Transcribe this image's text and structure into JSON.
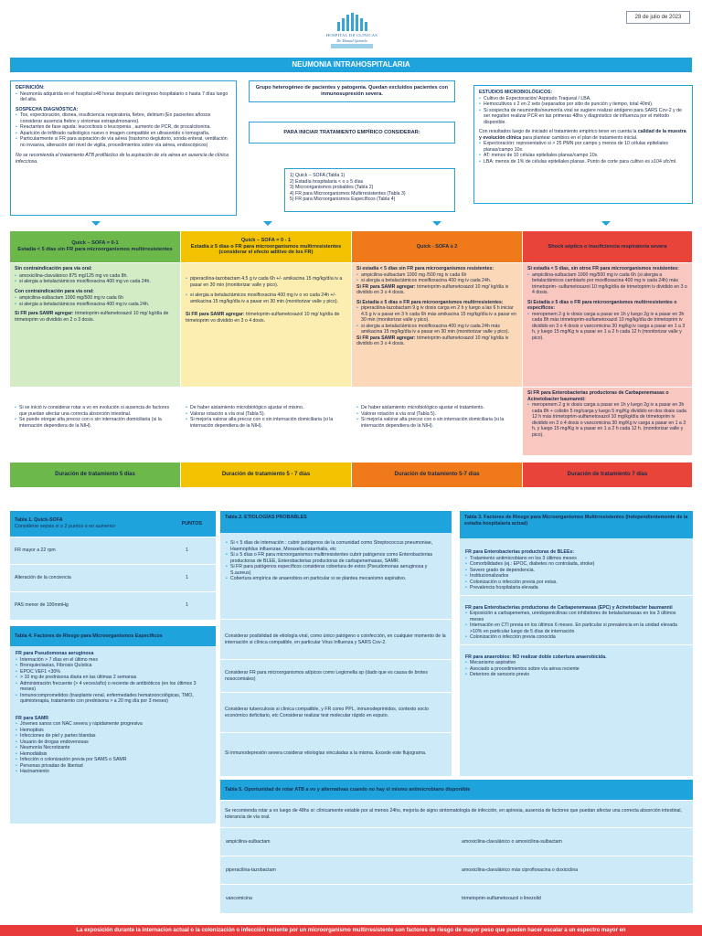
{
  "date": "28 de julio de 2023",
  "logo": {
    "line1": "HOSPITAL DE CLINICAS",
    "line2": "Dr. Manuel Quintela"
  },
  "banner": "NEUMONIA INTRAHOSPITALARIA",
  "definicion": {
    "title": "DEFINICIÓN:",
    "items": [
      "Neumonía adquirida en el hospital ≥48 horas después del ingreso hospitalario o hasta 7 días luego del alta."
    ],
    "sospecha_title": "SOSPECHA DIAGNÓSTICA:",
    "sospecha": [
      "Tos, expectoración, disnea, insuficiencia respiratoria, fiebre, delirium (En pacientes añosos considerar ausencia fiebre y síntomas extrapulmonares).",
      "Reactantes de fase aguda: leucocitosis o leucopenia , aumento de PCR, de procalcitonina.",
      "Aparición de infiltrado radiológico nuevo o imagen compatible en ultrasonido o tomografía.",
      "Particularmente si FR para aspiración de vía aérea (trastorno deglutorio, sonda enteral, ventilación no invasiva, alteración del nivel de vigilia, procedimientos sobre vía aérea, endoscópicos)"
    ],
    "note": "No se recomienda el tratamiento ATB profiláctico de la aspiración de vía aérea en ausencia de clínica infecciosa."
  },
  "center": {
    "grupo": "Grupo heterogéneo de pacientes y patogenia. Quedan excluidos pacientes con inmunosupresión severa.",
    "iniciar": "PARA INICIAR TRATAMIENTO EMPÍRICO CONSIDERAR:",
    "list": [
      "1) Quick – SOFA (Tabla 1)",
      "2) Estadía hospitalaria < o ≥ 5 días",
      "3) Microorganismos probables (Tabla 2)",
      "4) FR para Microorganismos Multirresistentes (Tabla 3)",
      "5) FR para Microorganismos Específicos (Tabla 4)"
    ]
  },
  "estudios": {
    "title": "ESTUDIOS MICROBIOLÓGICOS:",
    "items": [
      "Cultivo de Expectoración/ Aspirado Traqueal / LBA.",
      "Hemocultivos x 2 en 2 sets (separados por sitio de punción y tiempo, total 40ml).",
      "Si sospecha de neumonitis/neumonía viral se sugiere realizar antígeno para SARS Cov-2 y de ser negativo realizar PCR en las primeras 48hs y diagnóstico de influenza por el método disponible."
    ],
    "text_pre": "Con resultados luego de iniciado el tratamiento empírico tener en cuenta la ",
    "text_bold": "calidad de la muestra y evolución clínica",
    "text_post": " para plantear cambios en el plan de tratamiento inicial.",
    "items2": [
      "Expectoración: representativo si > 25 PMN por campo y menos de 10 células epiteliales planas/campo 10x.",
      "AT: menos de 10 células epiteliales planas/campo 10x.",
      "LBA: menos de 1% de células epiteliales planas. Punto de corte para cultivo es ≥104 ufc/ml."
    ]
  },
  "columns": [
    {
      "head": "Quick – SOFA = 0-1\nEstadía < 5 días sin FR para microorganismos multirresistentes",
      "body": [
        {
          "title": "Sin contraindicación para vía oral:",
          "items": [
            "amoxicilina-clavulánico 875 mg/125 mg vo cada 8h.",
            "si alergia a betalactámicos moxifloxacina 400 mg vo cada 24h."
          ]
        },
        {
          "title": "Con contraindicación para vía oral:",
          "items": [
            "ampicilina-sulbactam 1000 mg/500 mg iv cada 6h",
            "si alergia a betalactámicos moxifloxacina 400 mg iv cada 24h."
          ]
        },
        {
          "title": "Si FR para SAMR agregar:",
          "text": "trimetoprim-sulfametoxazol 10 mg/ kg/día de trimetoprim vo dividido en 2 o 3 dosis."
        }
      ],
      "notes": [
        "Si se inició iv considerar rotar a vo en evolución si ausencia de factores que puedan afectar una correcta absorción intestinal.",
        "Se puede otorgar alta precoz con o sin internación domiciliaria (si la internación dependiera de la NIH)."
      ],
      "duration": "Duración de tratamiento 5 días"
    },
    {
      "head": "Quick – SOFA = 0 - 1\nEstadía ≥ 5 días o FR para microorganismos multirresistentes\n(considerar el efecto aditivo de los FR)",
      "body": [
        {
          "items": [
            "piperacilina-tazobactam 4.5 g iv cada 6h +/- amikacina 15 mg/kg/día iv a pasar en 30 min (monitorizar valle y pico).",
            "si alergia a betalactámicos moxifloxacina 400 mg iv o vo cada 24h +/- amikacina 15 mg/kg/día iv a pasar en 30 min (monitorizar valle y pico)."
          ]
        },
        {
          "title": "Si FR para SAMR agregar:",
          "text": "trimetoprim-sulfametoxazol 10 mg/ kg/día de trimetoprim vo dividido en 3 o 4 dosis."
        }
      ],
      "notes": [
        "De haber aislamiento microbiológico ajustar el mismo.",
        "Valorar rotación a vía oral (Tabla 5).",
        "Si mejoría valorar alta precoz con o sin internación domiciliaria (si la internación dependiera de la NIH)."
      ],
      "duration": "Duración de tratamiento 5 - 7 días"
    },
    {
      "head": "Quick - SOFA ≥ 2",
      "body": [
        {
          "title": "Si estadía < 5 días sin FR para microorganismos resistentes:",
          "items": [
            "ampicilina-sulbactam 1000 mg /500 mg iv cada 6h",
            "si alergia a betalactámicos moxifloxacina 400 mg iv cada 24h."
          ]
        },
        {
          "title": "Si FR para SAMR agregar:",
          "text": "trimetoprim-sulfametoxazol 10 mg/ kg/día iv dividido en 3 o 4 dosis."
        },
        {
          "title": "Si Estadía ≥ 5 días o FR para microorganismos multirresistentes:",
          "items": [
            "piperacilina-tazobactam 9 g iv dosis carga en 2 h y luego a las 6 h iniciar 4.5 g iv a pasar en 3 h cada 6h más amikacina 15 mg/kg/día iv a pasar en 30 min (monitorizar valle y pico).",
            "si alergia a betalactámicos moxifloxacina 400 mg iv cada 24h más amikacina 15 mg/kg/día iv a pasar en 30 min (monitorizar valle y pico)."
          ]
        },
        {
          "title": "Si FR para SAMR agregar:",
          "text": "trimetoprim-sulfametoxazol 10 mg/ kg/día iv dividido en 3 o 4 dosis."
        }
      ],
      "notes": [
        "De haber aislamiento microbiológico ajustar el tratamiento.",
        "Valorar rotación a vía oral (Tabla 5).",
        "Si mejoría valorar alta precoz con o sin internación domiciliaria (si la internación dependiera de la NIH)."
      ],
      "duration": "Duración de tratamiento 5-7 días"
    },
    {
      "head": "Shock séptico o insuficiencia respiratoria severa",
      "body": [
        {
          "title": "Si estadía < 5 días, sin otros FR para microorganismos resistentes:",
          "items": [
            "ampicilina-sulbactam 1000 mg/500 mg iv cada 6h (si alergia a betalactámicos cambiarlo por moxifloxacina 400 mg iv cada 24h) más trimetoprim- sulfametoxazol 10 mg/kg/día de trimetoprim iv dividido en 3 o 4 dosis."
          ]
        },
        {
          "title": "Si Estadía ≥ 5 días o FR para microorganismos multirresistentes o específicos:",
          "items": [
            "meropenem 2 g iv dosis carga a pasar en 1h y luego 2g iv a pasar en 3h cada 8h más trimetoprim-sulfametoxazol 10 mg/kg/día de trimetoprim iv dividido en 3 o 4 dosis o vancomicina 30 mg/kg iv carga a pasar en 1 a 3 h, y luego 15 mg/Kg iv a pasar en 1 a 2 h cada 12 h (monitorizar valle y pico)."
          ]
        },
        {
          "title": "Si FR para Enterobacterias productoras de Carbapenemasas o Acinetobacter baumannii:",
          "items": [
            "meropenem 2 g iv dosis carga a pasar en 1h y luego 2g iv a pasar en 3h cada 8h + colistin 5 mg/carga y luego 5 mg/Kg dividido en dos dosis cada 12 h más trimetoprim-sulfametoxazol 10 mg/kg/día de trimetoprim iv dividido en 3 o 4 dosis o vancomicina 30 mg/Kg iv carga a pasar en 1 a 3 h, y luego 15 mg/Kg iv a pasar en 1 a 2 h cada 12 h. (monitorizar valle y pico)."
          ]
        }
      ],
      "notes": [],
      "duration": "Duración de tratamiento 7 días"
    }
  ],
  "tabla1": {
    "title": "Tabla 1. Quick-SOFA",
    "subtitle": "Considerar sepsis si ≥ 2 puntos o en aumento:",
    "col": "PUNTOS",
    "rows": [
      {
        "label": "FR mayor a 22 rpm",
        "val": "1"
      },
      {
        "label": "Alteración de la conciencia",
        "val": "1"
      },
      {
        "label": "PAS menor de 100mmHg",
        "val": "1"
      }
    ]
  },
  "tabla4": {
    "title": "Tabla 4. Factores de Riesgo para Microorganismos Específicos",
    "g1_title": "FR para Pseudomonas aeruginosa",
    "g1": [
      "Internación > 7 días en el último mes",
      "Bronquiectasias, Fibrosis Quística",
      "EPOC VEF1 <30%",
      "> 10 mg de prednisona diaria en las últimas 2 semanas",
      "Administración frecuente (> 4 veces/año) o reciente de antibióticos (en los últimos 3 meses)",
      "Inmunocomprometidos (trasplante renal, enfermedades hematooncológicas, TMO, quimioterapia, tratamiento con prednisona > a 20 mg día por 3 meses)"
    ],
    "g2_title": "FR para SAMR",
    "g2": [
      "Jóvenes sanos con NAC severa y rápidamente progresiva",
      "Hemoptisis",
      "Infecciones de piel y partes blandas",
      "Usuario de drogas endovenosas",
      "Neumonía Necrotizante",
      "Hemodiálisis",
      "Infección o colonización previa por SAMS o SAMR",
      "Personas privadas de libertad",
      "Hacinamiento"
    ]
  },
  "tabla2": {
    "title": "Tabla 2. ETIOLOGÍAS PROBABLES",
    "items": [
      "Si < 5 días de internación : cubrir patógenos de la comunidad como Streptococcus pneumoniae, Haemophilus influenzae, Moraxella catarrhalis, etc",
      "Si ≥ 5 días o FR para microorganismos multirresistentes cubrir patógenos como Enterobacterias productoras de BLEE, Enterobacterias productoras de carbapenemasas, SAMR.",
      "Si FR para patógenos específicos considerar cobertura de estos (Pseudomonas aeruginosa y S.aureus)",
      "Cobertura empírica de anaerobios en particular si se plantea mecanismo aspirativo."
    ],
    "p1": "Considerar posibilidad de etiología viral, como único patógeno o coinfección, en cualquier momento de la internación si clínica compatible, en particular Virus Influenza y SARS Cov-2.",
    "p2": "Considerar FR para microorganismos atípicos como Legionella sp (dado que es causa de brotes nosocomiales)",
    "p3": "Considerar tuberculosis si clínica compatible, y FR como PPL, inmunodeprimidos, contexto socio económico deficitario, etc Considerar realizar test molecular rápido en esputo.",
    "p4": "Si inmunodepresión severa cosiderar etiologías vinculadas a la misma. Excede este flujograma."
  },
  "tabla3": {
    "title": "Tabla 3. Factores de Riesgo para Microorganismos Multirresistentes (Independientemente de la estadía hospitalaria actual)",
    "g1_title": "FR para Enterobacterias productoras de BLEEs:",
    "g1": [
      "Tratamiento antimicrobiano en los 3 últimos meses",
      "Comorbilidades (ej.: EPOC, diabetes no controlada, stroke)",
      "Severo grado de dependencia.",
      "Institucionalizados",
      "Colonización o infección previa por estas.",
      "Prevalencia hospitalaria elevada"
    ],
    "g2_title": "FR para Enterobacterias productoras de Carbapenemasas (EPC) y Acinetobacter baumannii",
    "g2": [
      "Exposición a carbapenemes, ureidopenicilinas con inhibidores de betalactamasas en los 3 últimos meses",
      "Internación en CTI previa en los últimos 6 meses. En particular si prevalencia en la unidad elevada >10% en particular luego de 5 días de internación",
      "Colonización o infección previa conocida"
    ],
    "g3_title": "FR para anaerobios: NO realizar doble cobertura anaerobicida.",
    "g3": [
      "Mecanismo aspirativo",
      "Asociado a procedimientos sobre vía aérea reciente",
      "Deterioro de sensorio previo"
    ]
  },
  "tabla5": {
    "title": "Tabla 5. Oportunidad de rotar ATB a vo y alternativas cuando no hay el mismo antimicrobiano disponible",
    "text": "Se recomienda rotar a vo luego de 48hs si: clínicamente estable por al menos 24hs, mejoría de signo sintomatología de infección, en apirexia, ausencia de factores que puedan afectar una correcta absorción intestinal, tolerancia de vía oral.",
    "rows": [
      [
        "ampicilina-sulbactam",
        "amoxicilina-clavulánico o amoxicilina-sulbactam"
      ],
      [
        "piperacilina-tazobactam",
        "amoxicilina-clavulánico más ciprofloxacina o doxiciclina"
      ],
      [
        "vancomicina",
        "trimetoprim-sulfametoxazol o linezolid"
      ]
    ]
  },
  "footer": "La exposición durante la internacion actual o la colonización o infección reciente por un microorganismo multirresistente son factores de riesgo de mayor peso que pueden hacer escalar a un espectro mayor en",
  "colors": {
    "accent": "#1fa3dc",
    "green": "#6cb84a",
    "yellow": "#f2c200",
    "orange": "#f07a1a",
    "red": "#e8443a"
  }
}
